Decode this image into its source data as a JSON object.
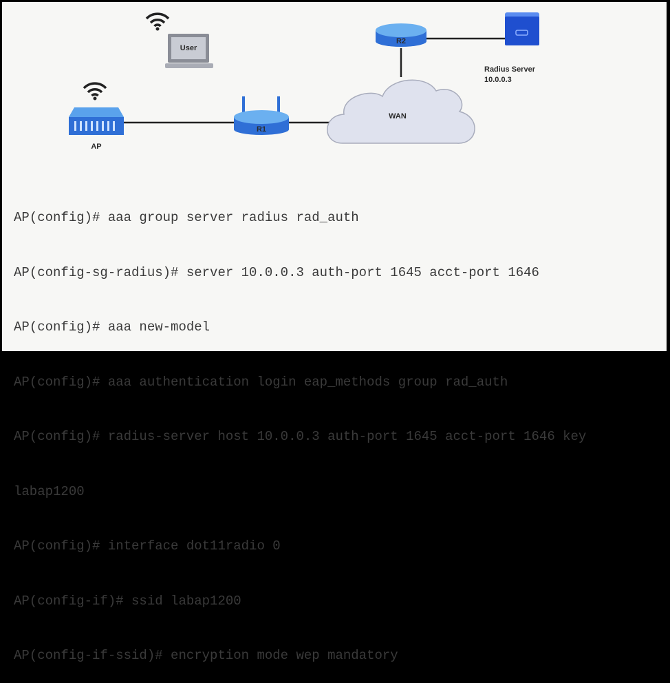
{
  "diagram": {
    "nodes": {
      "user": {
        "label": "User"
      },
      "ap": {
        "label": "AP"
      },
      "r1": {
        "label": "R1"
      },
      "r2": {
        "label": "R2"
      },
      "wan": {
        "label": "WAN"
      },
      "radius": {
        "label": "Radius Server",
        "ip": "10.0.0.3"
      }
    },
    "colors": {
      "device_blue": "#2f6fd6",
      "server_blue": "#1f4fcf",
      "cloud": "#dfe2ee",
      "line": "#222222"
    }
  },
  "cli": {
    "lines": [
      "AP(config)# aaa group server radius rad_auth",
      "AP(config-sg-radius)# server 10.0.0.3 auth-port 1645 acct-port 1646",
      "AP(config)# aaa new-model",
      "AP(config)# aaa authentication login eap_methods group rad_auth",
      "AP(config)# radius-server host 10.0.0.3 auth-port 1645 acct-port 1646 key",
      "labap1200",
      "AP(config)# interface dot11radio 0",
      "AP(config-if)# ssid labap1200",
      "AP(config-if-ssid)# encryption mode wep mandatory"
    ]
  }
}
